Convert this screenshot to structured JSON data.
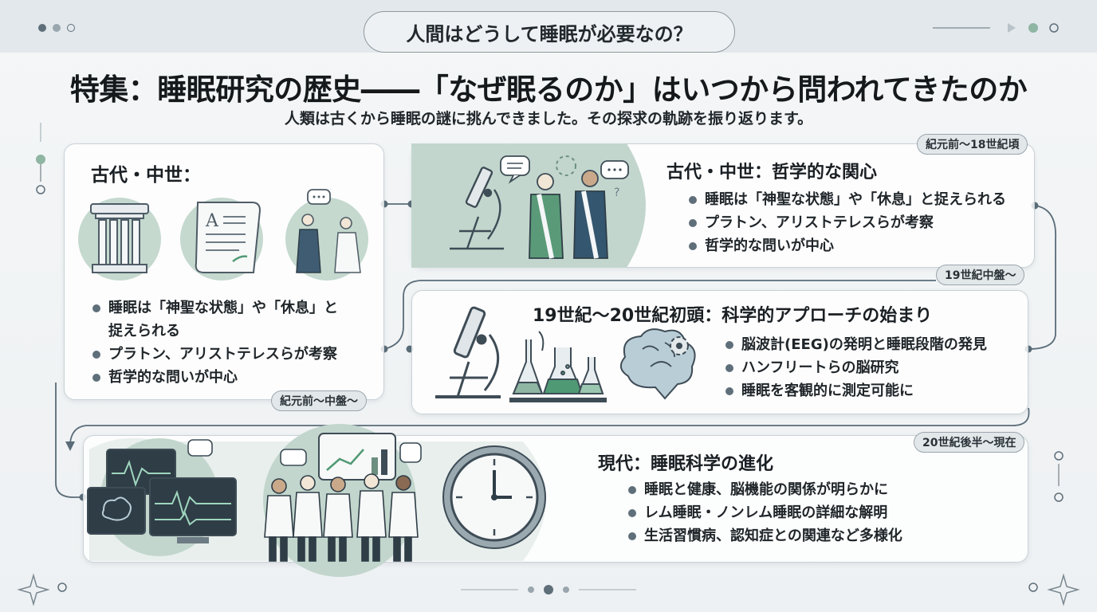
{
  "question": "人間はどうして睡眠が必要なの？",
  "title": "特集：睡眠研究の歴史――「なぜ眠るのか」はいつから問われてきたのか",
  "subtitle": "人類は古くから睡眠の謎に挑んできました。その探求の軌跡を振り返ります。",
  "left_card": {
    "heading": "古代・中世：",
    "items": [
      "睡眠は「神聖な状態」や「休息」と",
      "捉えられる",
      "プラトン、アリストテレスらが考察",
      "哲学的な問いが中心"
    ],
    "tag": "紀元前～中盤～"
  },
  "ancient": {
    "tag": "紀元前～18世紀頃",
    "heading": "古代・中世：哲学的な関心",
    "items": [
      "睡眠は「神聖な状態」や「休息」と捉えられる",
      "プラトン、アリストテレスらが考察",
      "哲学的な問いが中心"
    ]
  },
  "modern19": {
    "tag": "19世紀中盤～",
    "heading": "19世紀～20世紀初頭：科学的アプローチの始まり",
    "items": [
      "脳波計(EEG)の発明と睡眠段階の発見",
      "ハンフリートらの脳研究",
      "睡眠を客観的に測定可能に"
    ]
  },
  "contemporary": {
    "tag": "20世紀後半～現在",
    "heading": "現代：睡眠科学の進化",
    "items": [
      "睡眠と健康、脳機能の関係が明らかに",
      "レム睡眠・ノンレム睡眠の詳細な解明",
      "生活習慣病、認知症との関連など多様化"
    ]
  },
  "icons": [
    "column-icon",
    "scroll-icon",
    "philosophers-icon",
    "microscope-icon",
    "flask-icon",
    "brain-gear-icon",
    "eeg-monitor-icon",
    "scientists-icon",
    "clock-icon"
  ],
  "colors": {
    "sage": "#8fb5a3",
    "slate": "#5f6f7a",
    "connector": "#5a6c78",
    "accent_green": "#4f9a74"
  }
}
